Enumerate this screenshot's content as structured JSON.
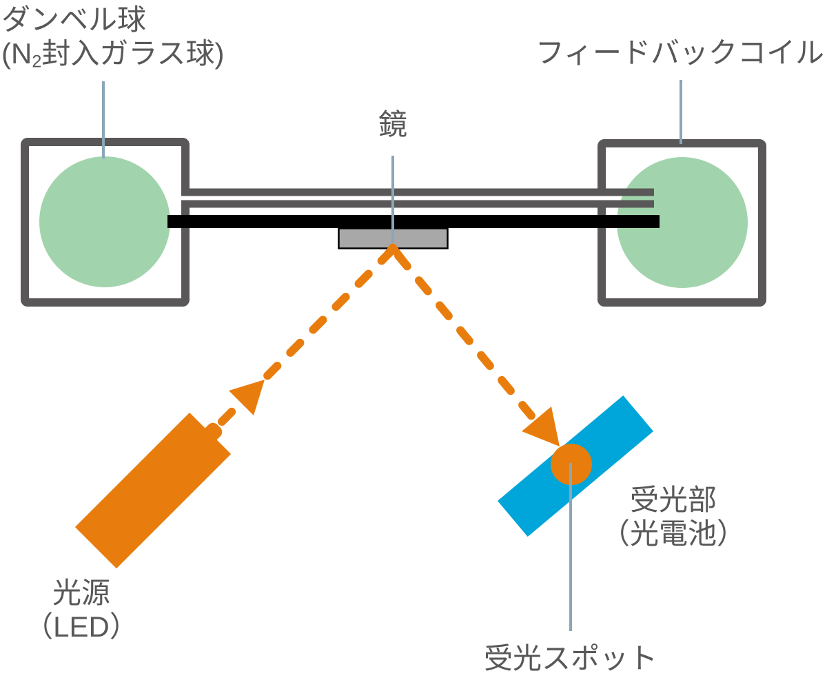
{
  "diagram": {
    "title_hint": "torsion-balance light-lever apparatus",
    "labels": {
      "dumbbell": {
        "line1": "ダンベル球",
        "line2_pre": "(N",
        "line2_sub": "2",
        "line2_post": "封入ガラス球)"
      },
      "feedback_coil": "フィードバックコイル",
      "mirror": "鏡",
      "light_source": {
        "line1": "光源",
        "line2": "（LED）"
      },
      "detector": {
        "line1": "受光部",
        "line2": "（光電池）"
      },
      "light_spot": "受光スポット"
    },
    "colors": {
      "outline_gray": "#595757",
      "text_gray": "#595757",
      "sphere_green": "#a1d4ad",
      "mirror_gray": "#a8a8a8",
      "detector_blue": "#00a6d9",
      "beam_orange": "#e87d0d",
      "leader_line_blue_gray": "#8ba6b7",
      "rod_black": "#000000",
      "background": "#ffffff"
    }
  }
}
